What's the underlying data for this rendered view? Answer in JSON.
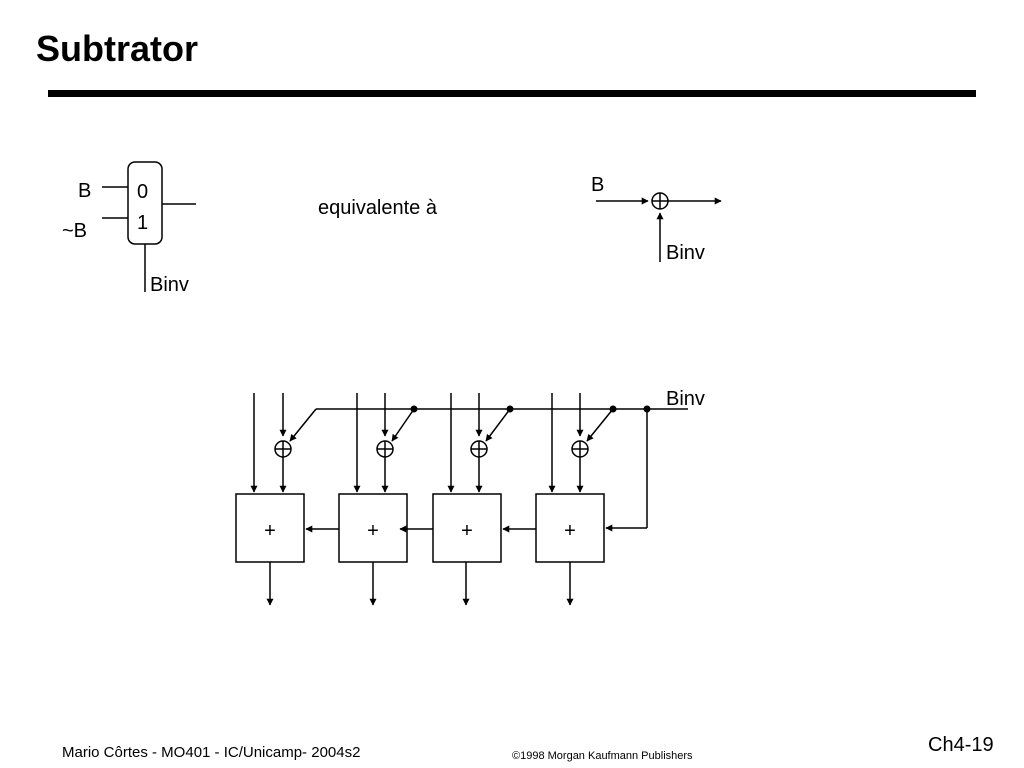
{
  "slide": {
    "title": "Subtrator",
    "footer_author": "Mario Côrtes - MO401 - IC/Unicamp- 2004s2",
    "footer_copyright": "©1998 Morgan Kaufmann Publishers",
    "page_number": "Ch4-19"
  },
  "mux_diagram": {
    "input_top": "B",
    "input_bottom": "~B",
    "select_0": "0",
    "select_1": "1",
    "control": "Binv"
  },
  "equivalence_text": "equivalente à",
  "xor_diagram": {
    "input": "B",
    "control": "Binv",
    "xor_symbol": "⊕"
  },
  "adder_chain": {
    "control": "Binv",
    "adder_symbol": "+",
    "xor_symbol": "⊕"
  }
}
